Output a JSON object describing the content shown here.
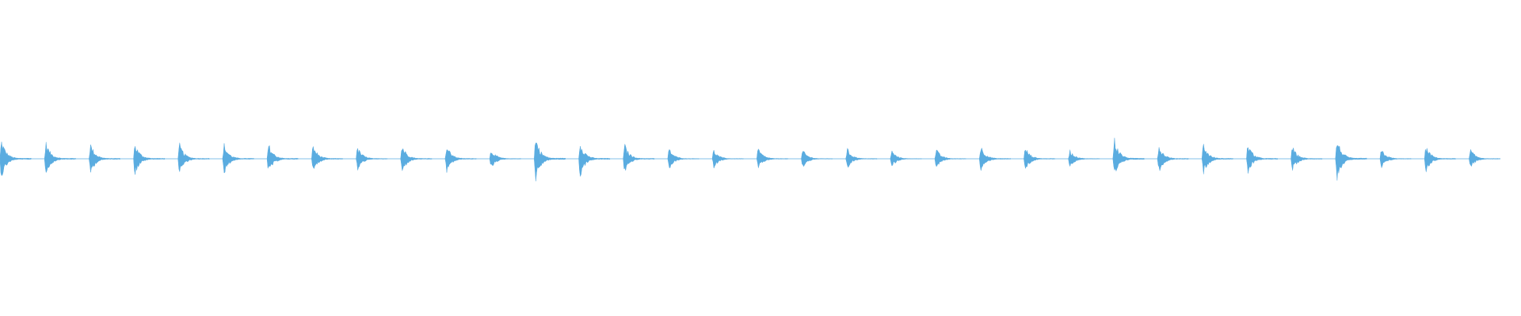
{
  "colors": {
    "background": "#ffffff",
    "waveform": "#5aace0"
  },
  "chart_data": {
    "type": "area",
    "description_kind": "audio-waveform",
    "x_unit": "seconds",
    "xlim": [
      0,
      20.5
    ],
    "ylim": [
      -1,
      1
    ],
    "grid": false,
    "axes_visible": false,
    "title": "",
    "xlabel": "",
    "ylabel": "",
    "series": [
      {
        "pulse_onsets": [
          0.0,
          0.6,
          1.2,
          1.8,
          2.4,
          3.0,
          3.6,
          4.2,
          4.8,
          5.4,
          6.0,
          6.6,
          7.2,
          7.8,
          8.4,
          9.0,
          9.6,
          10.2,
          10.8,
          11.4,
          12.0,
          12.6,
          13.2,
          13.8,
          14.4,
          15.0,
          15.6,
          16.2,
          16.8,
          17.4,
          18.0,
          18.6,
          19.2,
          19.8
        ],
        "pulse_peak_amplitudes": [
          0.28,
          0.24,
          0.22,
          0.23,
          0.22,
          0.22,
          0.22,
          0.2,
          0.17,
          0.21,
          0.2,
          0.14,
          0.32,
          0.26,
          0.21,
          0.15,
          0.13,
          0.15,
          0.13,
          0.15,
          0.12,
          0.14,
          0.19,
          0.17,
          0.13,
          0.3,
          0.2,
          0.22,
          0.22,
          0.18,
          0.3,
          0.14,
          0.19,
          0.14
        ],
        "pulse_duration_seconds": 0.42
      }
    ]
  }
}
